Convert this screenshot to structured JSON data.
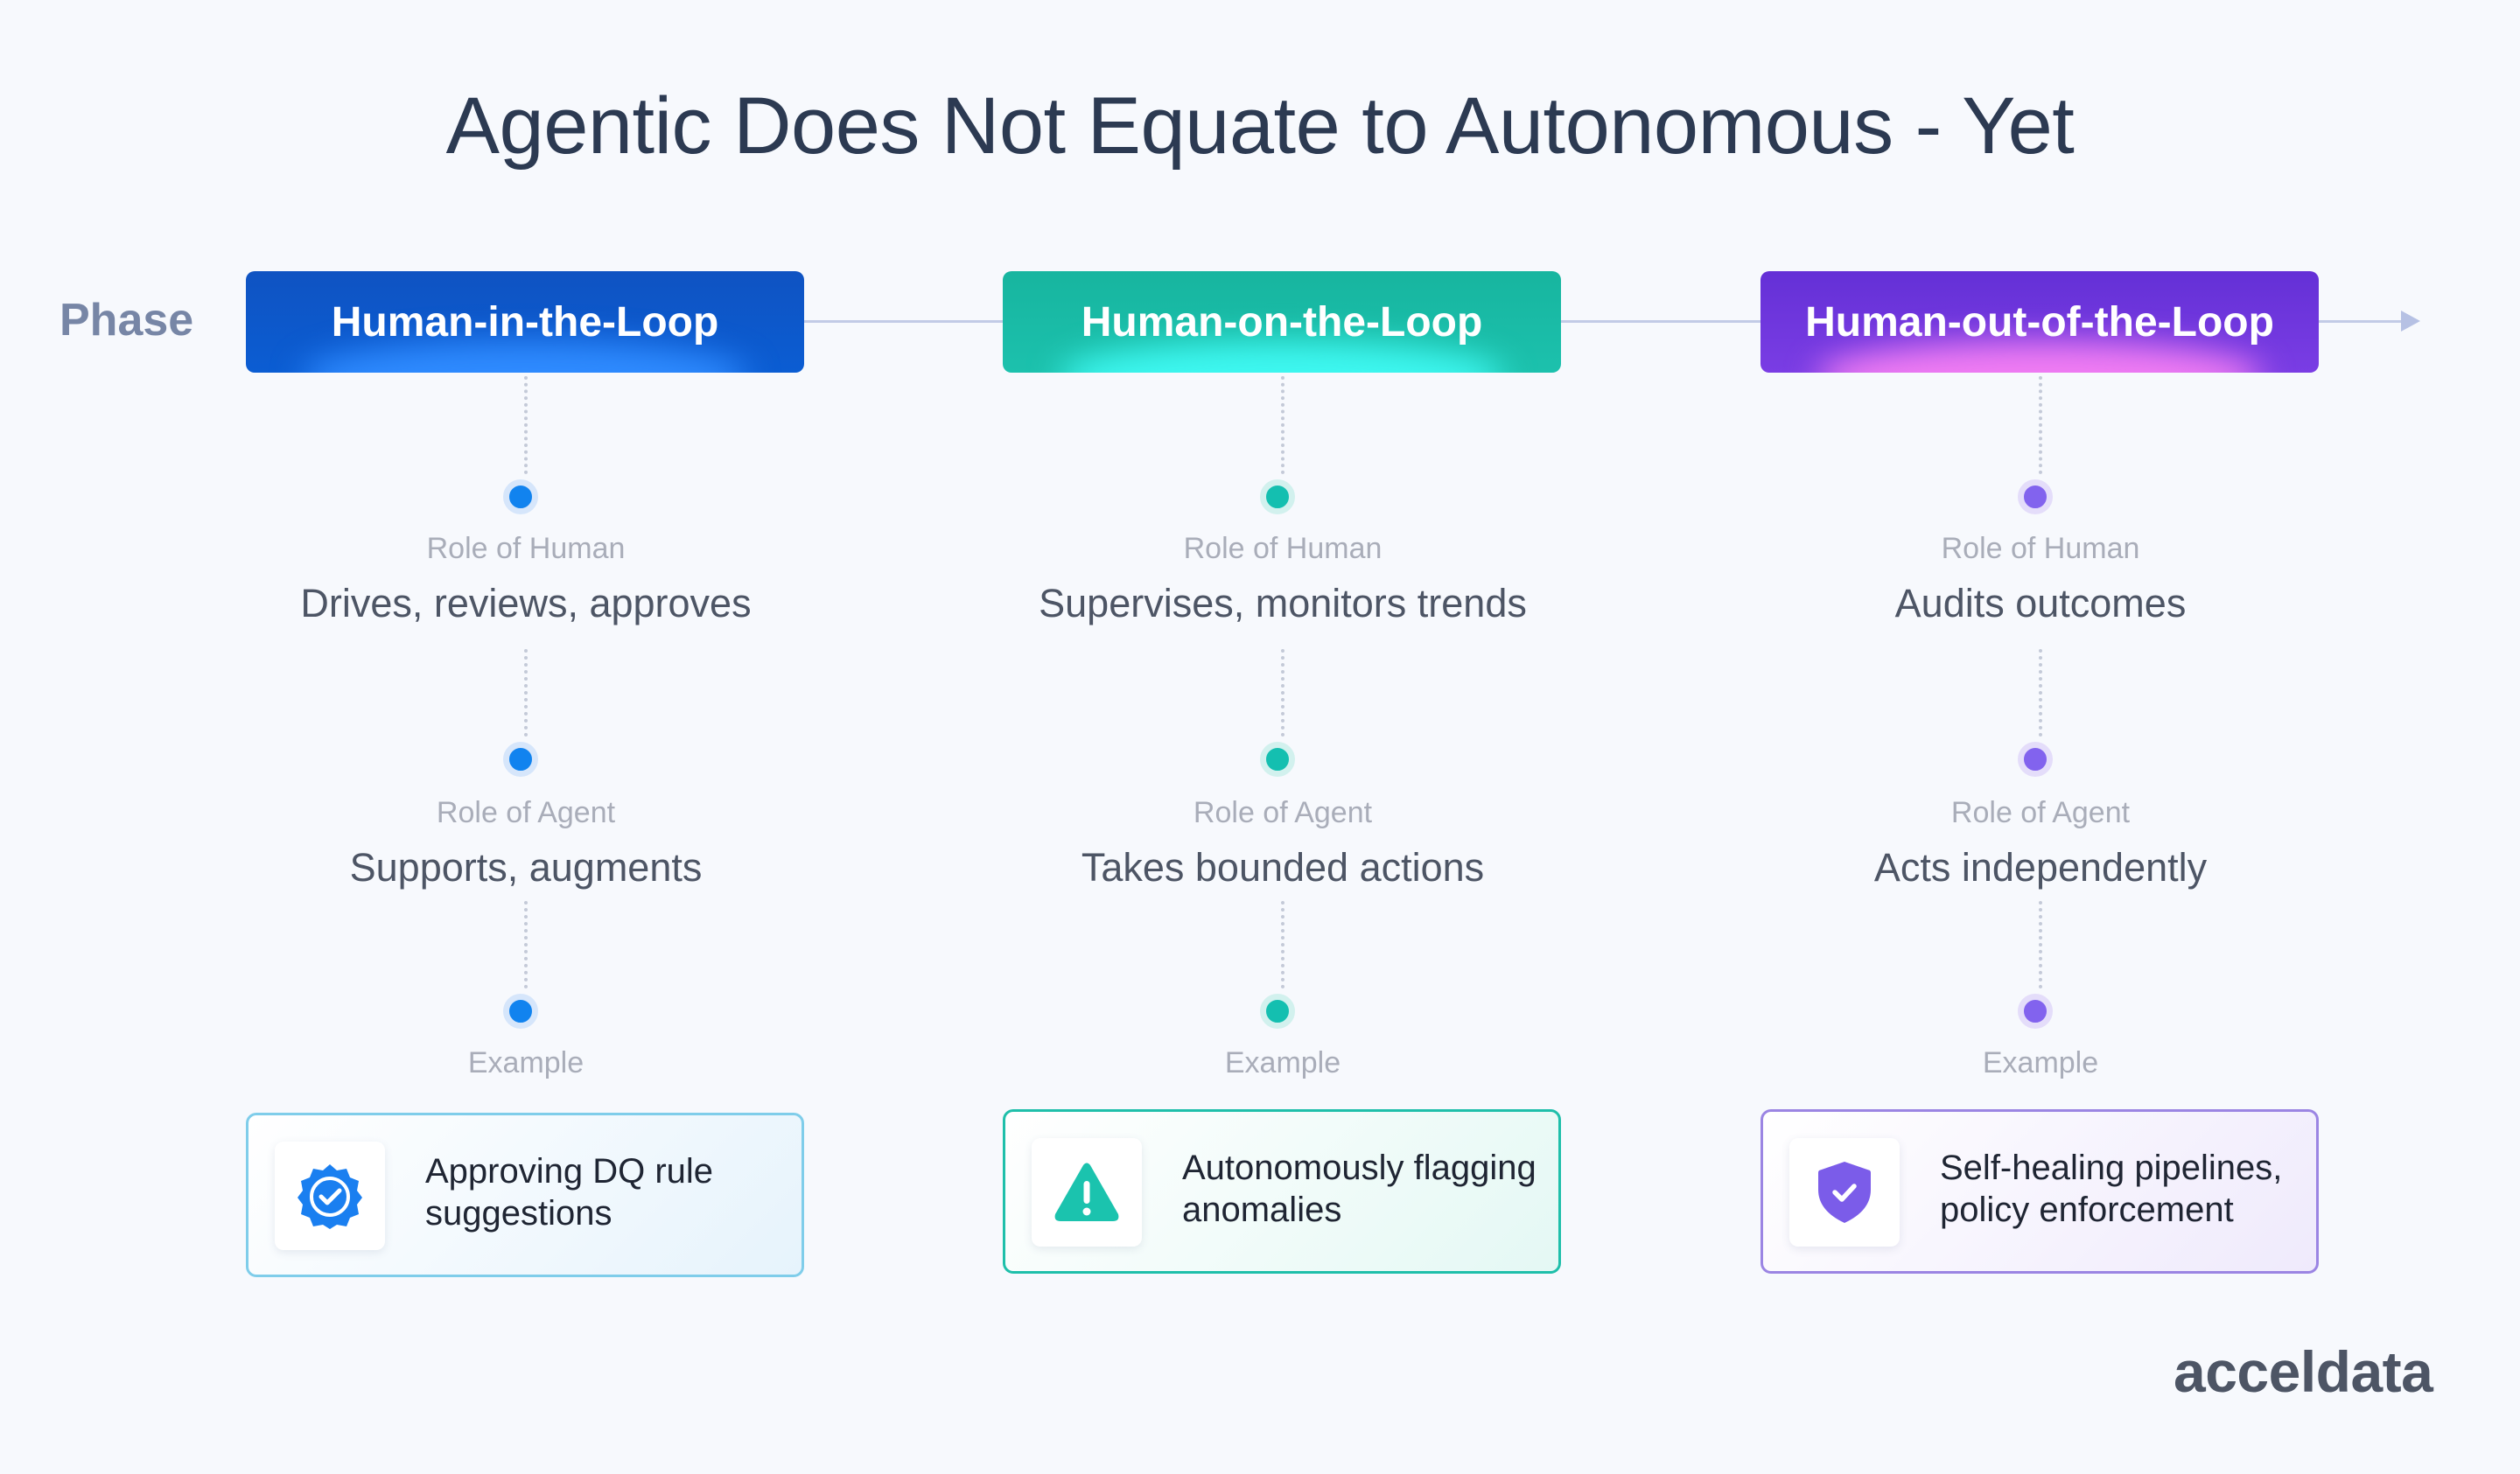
{
  "title": "Agentic Does Not Equate to Autonomous - Yet",
  "phase_label": "Phase",
  "colors": {
    "background": "#f7f9fd",
    "timeline": "#c2cbe6",
    "title": "#2c3a52",
    "caption": "#a9adb9"
  },
  "phases": [
    {
      "name": "Human-in-the-Loop",
      "accent": "#0e5bc9",
      "glow": "#2f8bff",
      "role_of_human_caption": "Role of Human",
      "role_of_human": "Drives, reviews, approves",
      "role_of_agent_caption": "Role of Agent",
      "role_of_agent": "Supports, augments",
      "example_caption": "Example",
      "example": "Approving DQ rule suggestions",
      "example_icon": "verified-badge-icon"
    },
    {
      "name": "Human-on-the-Loop",
      "accent": "#14b8a2",
      "glow": "#3ef7f0",
      "role_of_human_caption": "Role of Human",
      "role_of_human": "Supervises, monitors trends",
      "role_of_agent_caption": "Role of Agent",
      "role_of_agent": "Takes bounded actions",
      "example_caption": "Example",
      "example": "Autonomously flagging anomalies",
      "example_icon": "warning-triangle-icon"
    },
    {
      "name": "Human-out-of-the-Loop",
      "accent": "#6a34d8",
      "glow": "#f07cf2",
      "role_of_human_caption": "Role of Human",
      "role_of_human": "Audits outcomes",
      "role_of_agent_caption": "Role of Agent",
      "role_of_agent": "Acts independently",
      "example_caption": "Example",
      "example": "Self-healing pipelines, policy enforcement",
      "example_icon": "shield-check-icon"
    }
  ],
  "logo": "acceldata"
}
